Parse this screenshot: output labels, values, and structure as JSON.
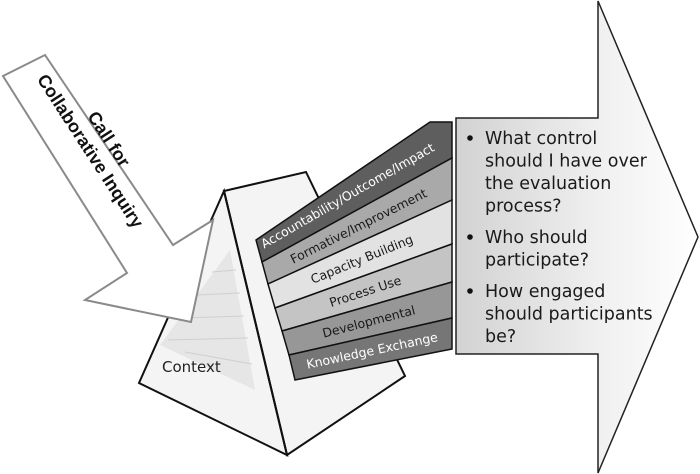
{
  "call_arrow": {
    "lines": [
      "Call for",
      "Collaborative Inquiry"
    ]
  },
  "pyramid": {
    "label": "Context"
  },
  "bands": [
    {
      "label": "Accountability/Outcome/Impact",
      "fill": "#5e5e5e",
      "text_color": "#ffffff"
    },
    {
      "label": "Formative/Improvement",
      "fill": "#a9a9a9",
      "text_color": "#1a1a1a"
    },
    {
      "label": "Capacity Building",
      "fill": "#e2e2e2",
      "text_color": "#1a1a1a"
    },
    {
      "label": "Process Use",
      "fill": "#c4c4c4",
      "text_color": "#1a1a1a"
    },
    {
      "label": "Developmental",
      "fill": "#979797",
      "text_color": "#1a1a1a"
    },
    {
      "label": "Knowledge Exchange",
      "fill": "#767676",
      "text_color": "#ffffff"
    }
  ],
  "questions": [
    {
      "lines": [
        "What control",
        "should I have over",
        "the evaluation",
        "process?"
      ]
    },
    {
      "lines": [
        "Who should",
        "participate?"
      ]
    },
    {
      "lines": [
        "How engaged",
        "should participants",
        "be?"
      ]
    }
  ]
}
